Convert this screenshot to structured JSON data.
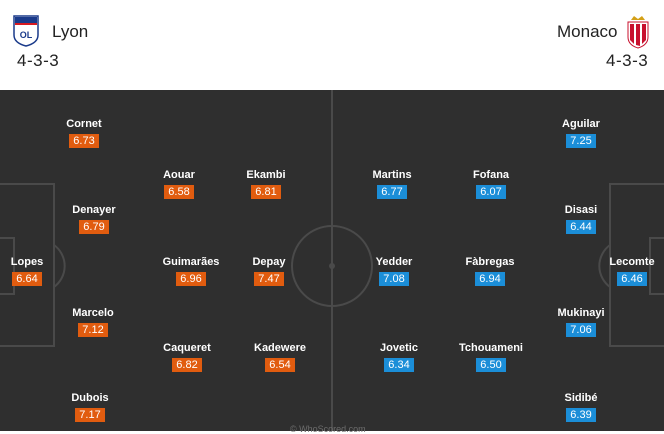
{
  "home": {
    "name": "Lyon",
    "formation": "4-3-3",
    "players": [
      {
        "name": "Cornet",
        "rating": "6.73"
      },
      {
        "name": "Aouar",
        "rating": "6.58"
      },
      {
        "name": "Ekambi",
        "rating": "6.81"
      },
      {
        "name": "Denayer",
        "rating": "6.79"
      },
      {
        "name": "Lopes",
        "rating": "6.64"
      },
      {
        "name": "Guimarães",
        "rating": "6.96"
      },
      {
        "name": "Depay",
        "rating": "7.47"
      },
      {
        "name": "Marcelo",
        "rating": "7.12"
      },
      {
        "name": "Caqueret",
        "rating": "6.82"
      },
      {
        "name": "Kadewere",
        "rating": "6.54"
      },
      {
        "name": "Dubois",
        "rating": "7.17"
      }
    ]
  },
  "away": {
    "name": "Monaco",
    "formation": "4-3-3",
    "players": [
      {
        "name": "Aguilar",
        "rating": "7.25"
      },
      {
        "name": "Martins",
        "rating": "6.77"
      },
      {
        "name": "Fofana",
        "rating": "6.07"
      },
      {
        "name": "Disasi",
        "rating": "6.44"
      },
      {
        "name": "Yedder",
        "rating": "7.08"
      },
      {
        "name": "Fàbregas",
        "rating": "6.94"
      },
      {
        "name": "Lecomte",
        "rating": "6.46"
      },
      {
        "name": "Mukinayi",
        "rating": "7.06"
      },
      {
        "name": "Jovetic",
        "rating": "6.34"
      },
      {
        "name": "Tchouameni",
        "rating": "6.50"
      },
      {
        "name": "Sidibé",
        "rating": "6.39"
      }
    ]
  },
  "colors": {
    "home_rating": "#e15c0f",
    "away_rating": "#1b8ed8",
    "pitch": "#2f2f2f"
  },
  "watermark": "© WhoScored.com"
}
